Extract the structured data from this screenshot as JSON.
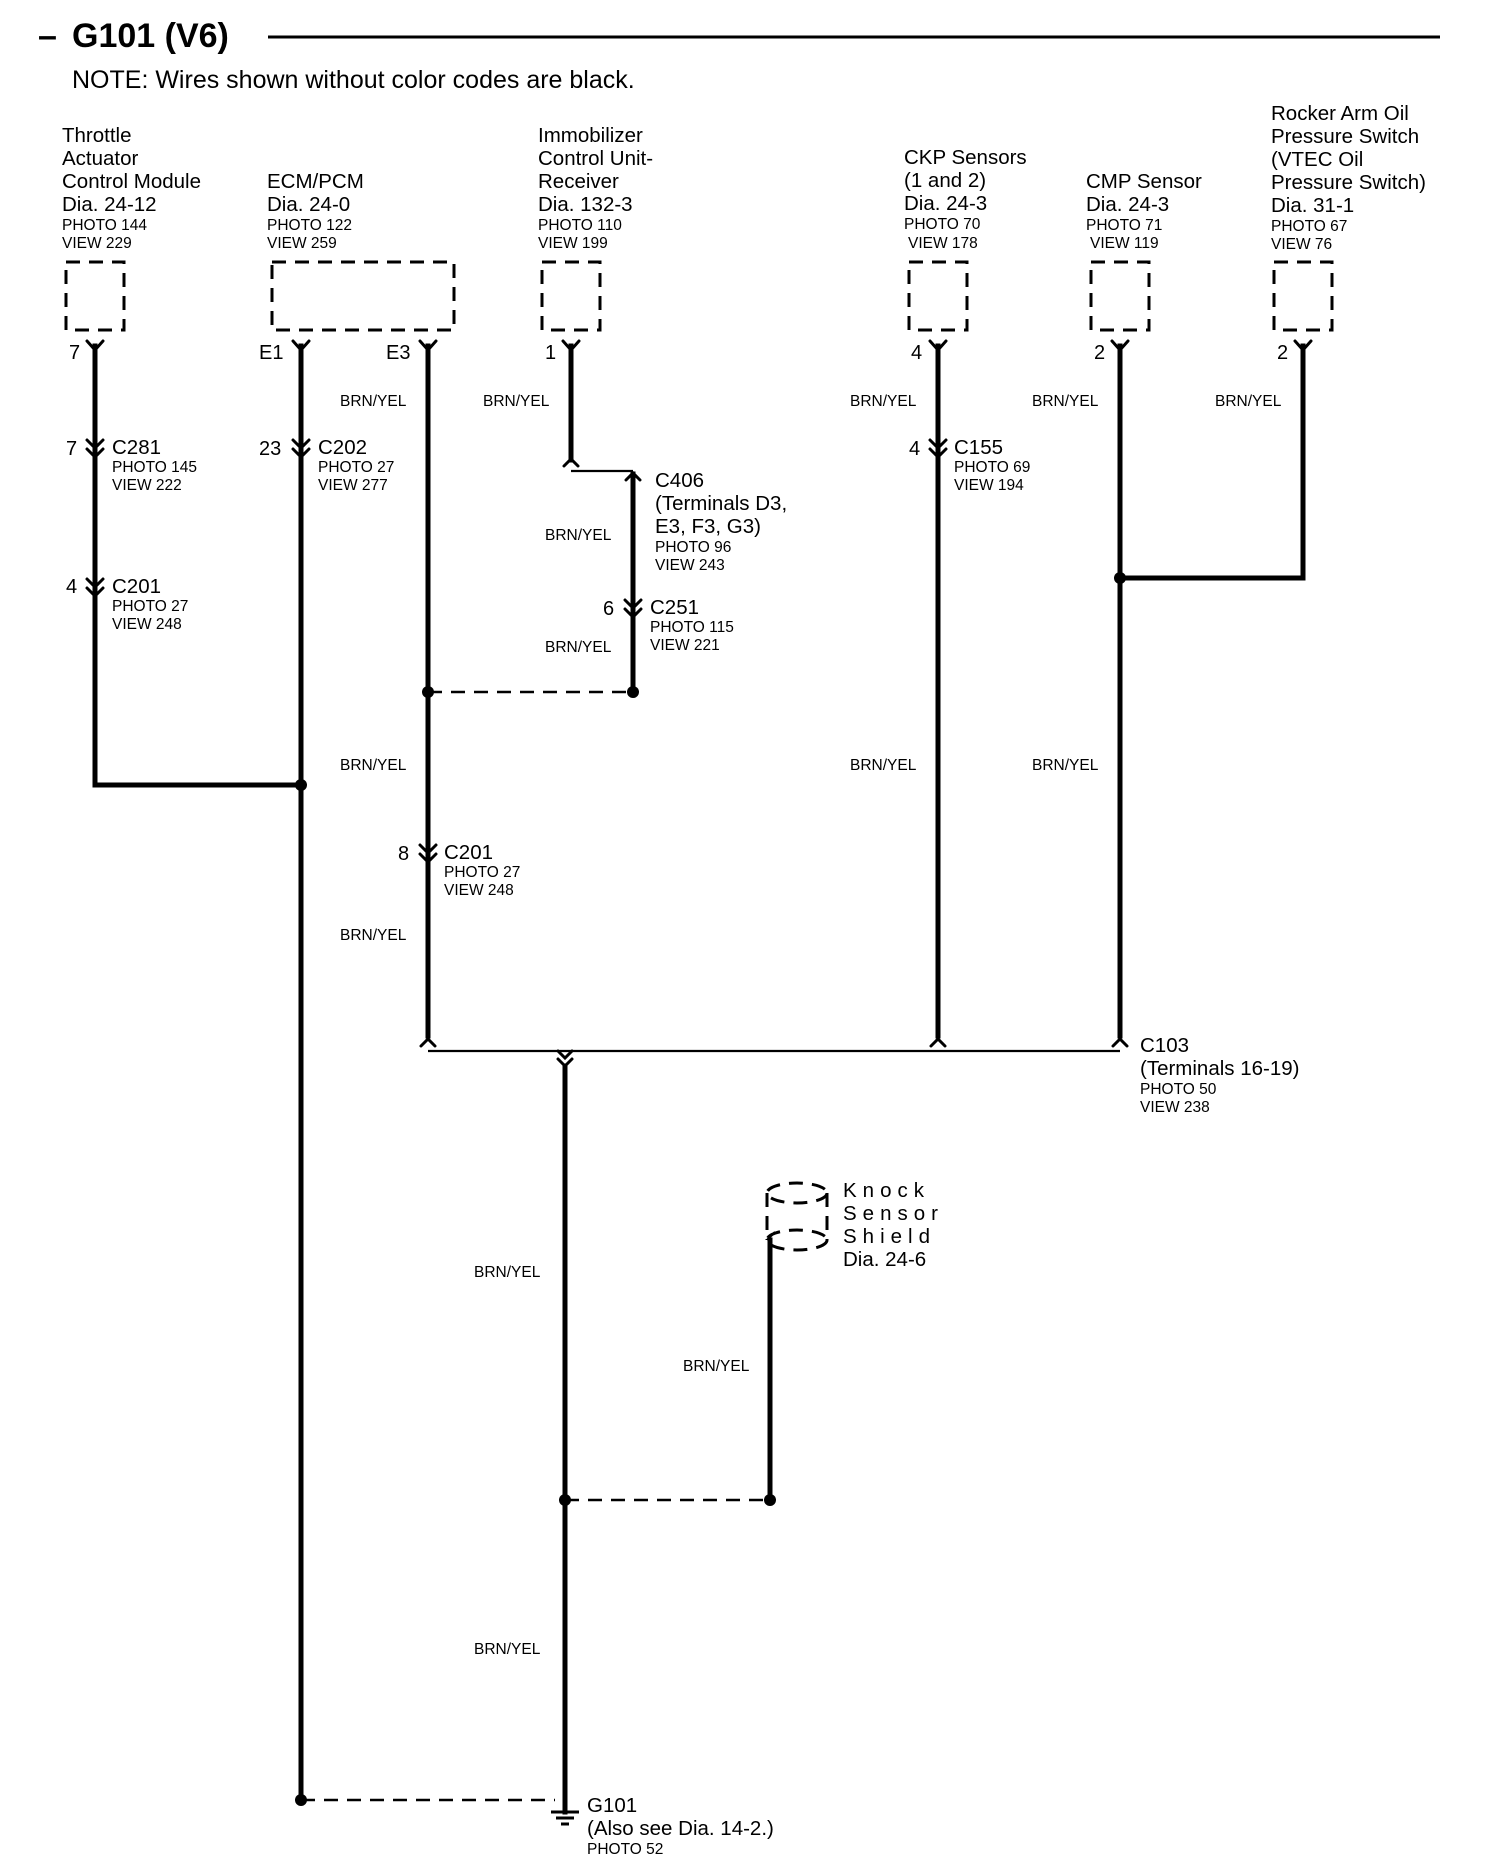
{
  "header": {
    "dash": "–",
    "title": "G101 (V6)",
    "note": "NOTE: Wires shown without color codes are black."
  },
  "wire_color": "BRN/YEL",
  "components": {
    "throttle": {
      "lines": [
        "Throttle",
        "Actuator",
        "Control Module",
        "Dia. 24-12"
      ],
      "photo": "PHOTO 144",
      "view": "VIEW 229",
      "pin": "7"
    },
    "ecm": {
      "lines": [
        "ECM/PCM",
        "Dia. 24-0"
      ],
      "photo": "PHOTO 122",
      "view": "VIEW 259",
      "pin1": "E1",
      "pin2": "E3"
    },
    "immobilizer": {
      "lines": [
        "Immobilizer",
        "Control Unit-",
        "Receiver",
        "Dia. 132-3"
      ],
      "photo": "PHOTO 110",
      "view": "VIEW 199",
      "pin": "1"
    },
    "ckp": {
      "lines": [
        "CKP Sensors",
        "(1 and 2)",
        "Dia. 24-3"
      ],
      "photo": "PHOTO 70",
      "view": "VIEW 178",
      "pin": "4"
    },
    "cmp": {
      "lines": [
        "CMP Sensor",
        "Dia. 24-3"
      ],
      "photo": "PHOTO 71",
      "view": "VIEW 119",
      "pin": "2"
    },
    "rocker": {
      "lines": [
        "Rocker Arm Oil",
        "Pressure Switch",
        "(VTEC Oil",
        "Pressure Switch)",
        "Dia. 31-1"
      ],
      "photo": "PHOTO 67",
      "view": "VIEW 76",
      "pin": "2"
    },
    "knock": {
      "lines": [
        "Knock",
        "Sensor",
        "Shield"
      ],
      "dia": "Dia. 24-6"
    }
  },
  "connectors": {
    "c281": {
      "pin": "7",
      "name": "C281",
      "photo": "PHOTO 145",
      "view": "VIEW 222"
    },
    "c202": {
      "pin": "23",
      "name": "C202",
      "photo": "PHOTO 27",
      "view": "VIEW 277"
    },
    "c201a": {
      "pin": "4",
      "name": "C201",
      "photo": "PHOTO 27",
      "view": "VIEW 248"
    },
    "c406": {
      "name": "C406",
      "lines": [
        "(Terminals D3,",
        "E3, F3, G3)"
      ],
      "photo": "PHOTO 96",
      "view": "VIEW 243"
    },
    "c251": {
      "pin": "6",
      "name": "C251",
      "photo": "PHOTO 115",
      "view": "VIEW 221"
    },
    "c201b": {
      "pin": "8",
      "name": "C201",
      "photo": "PHOTO 27",
      "view": "VIEW 248"
    },
    "c155": {
      "pin": "4",
      "name": "C155",
      "photo": "PHOTO 69",
      "view": "VIEW 194"
    },
    "c103": {
      "name": "C103",
      "terminals": "(Terminals 16-19)",
      "photo": "PHOTO 50",
      "view": "VIEW 238"
    }
  },
  "ground": {
    "name": "G101",
    "note": "(Also see Dia. 14-2.)",
    "photo": "PHOTO 52"
  }
}
